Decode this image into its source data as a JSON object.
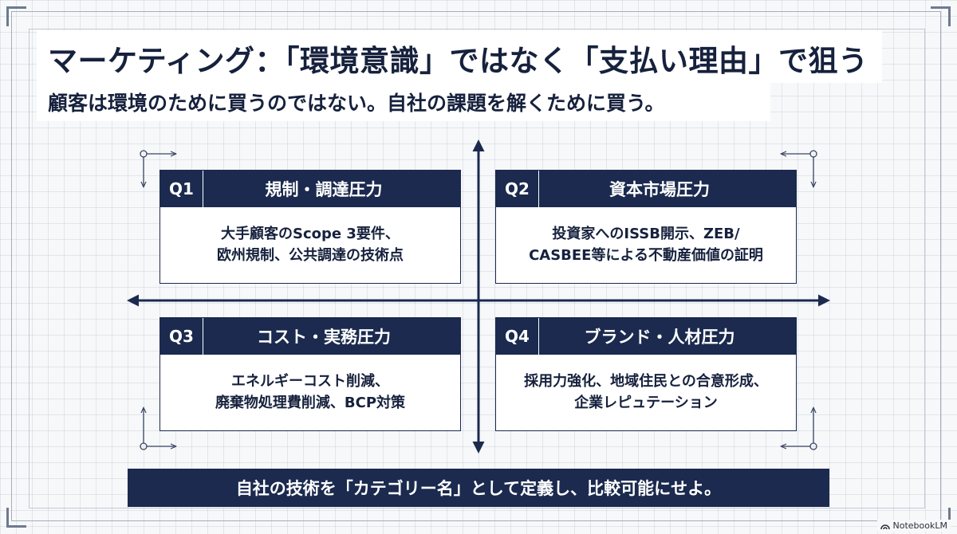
{
  "title": "マーケティング：「環境意識」ではなく「支払い理由」で狙う",
  "subtitle": "顧客は環境のために買うのではない。自社の課題を解くために買う。",
  "quadrants": [
    {
      "num": "Q1",
      "title": "規制・調達圧力",
      "lines": [
        "大手顧客のScope 3要件、",
        "欧州規制、公共調達の技術点"
      ]
    },
    {
      "num": "Q2",
      "title": "資本市場圧力",
      "lines": [
        "投資家へのISSB開示、ZEB/",
        "CASBEE等による不動産価値の証明"
      ]
    },
    {
      "num": "Q3",
      "title": "コスト・実務圧力",
      "lines": [
        "エネルギーコスト削減、",
        "廃棄物処理費削減、BCP対策"
      ]
    },
    {
      "num": "Q4",
      "title": "ブランド・人材圧力",
      "lines": [
        "採用力強化、地域住民との合意形成、",
        "企業レピュテーション"
      ]
    }
  ],
  "footer": "自社の技術を「カテゴリー名」として定義し、比較可能にせよ。",
  "badge": "NotebookLM",
  "colors": {
    "navy": "#1b2a4e",
    "text": "#16213d",
    "background": "#f7f8fa"
  },
  "icons": [
    "corner-arrow-icon",
    "notebooklm-logo-icon"
  ]
}
